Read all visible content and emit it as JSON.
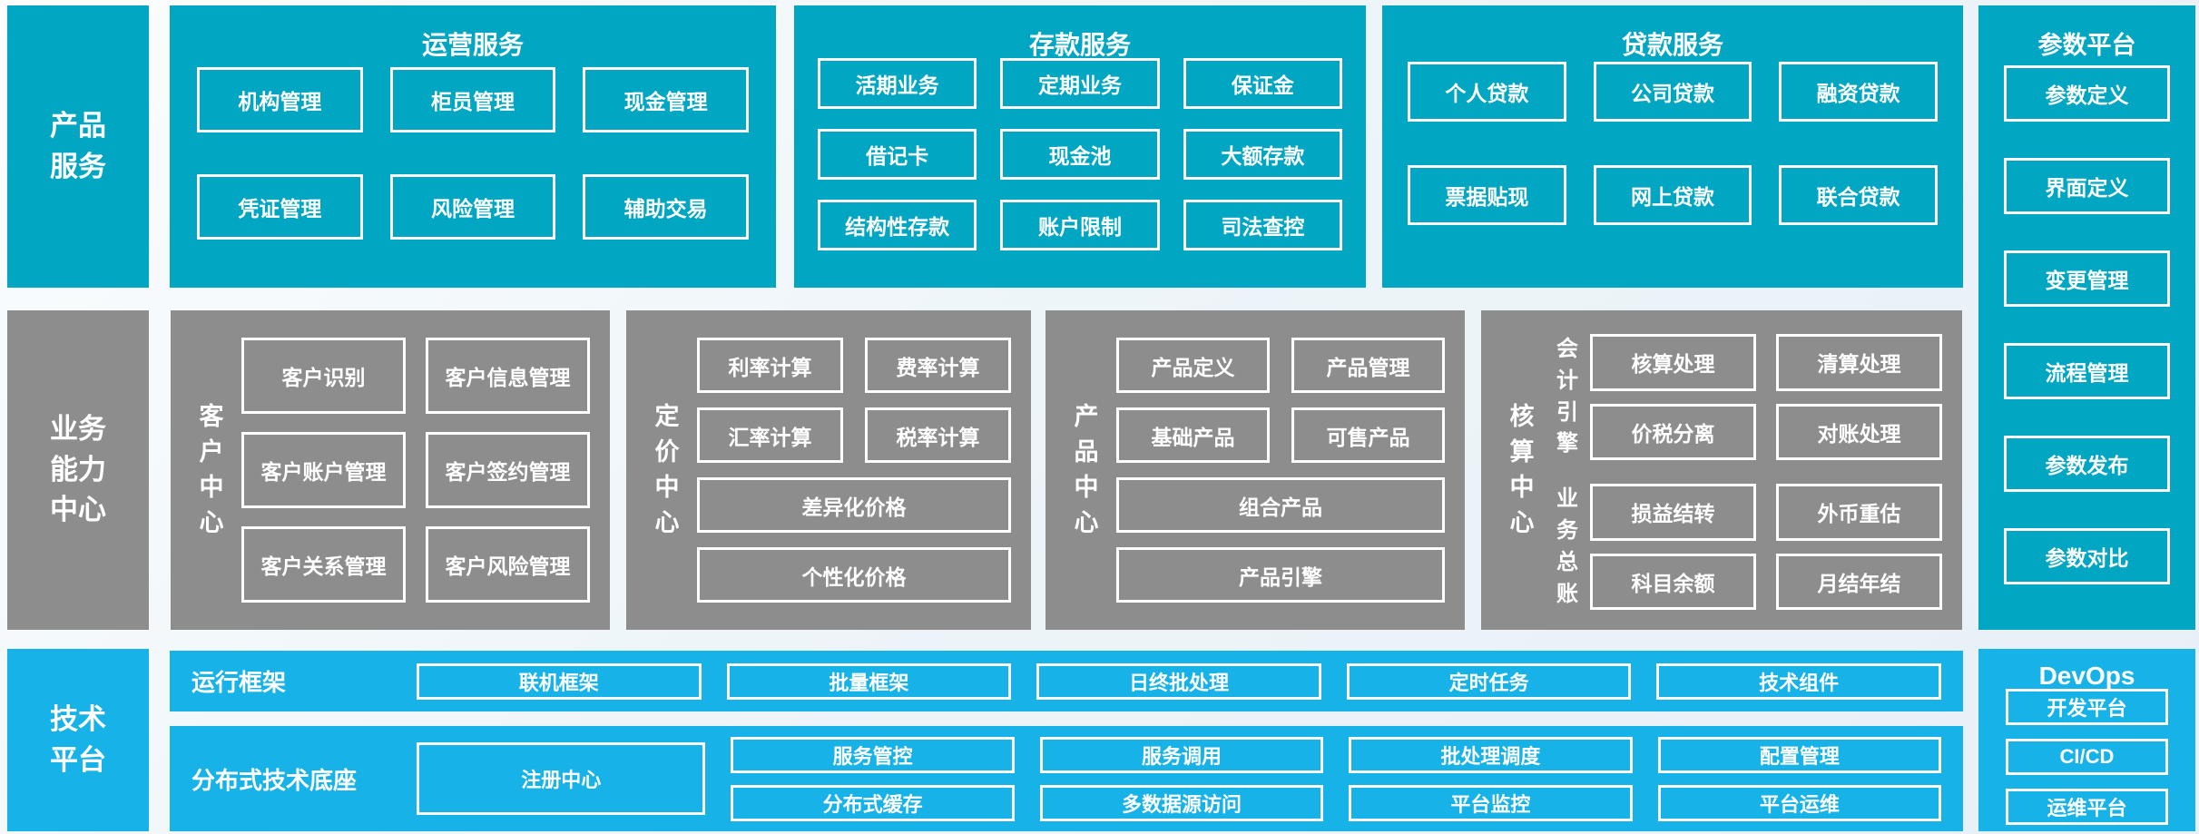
{
  "colors": {
    "teal": "#00a6c2",
    "gray": "#8d8d8d",
    "blue": "#17b2e8",
    "box_border": "#ffffff",
    "background": "#eef5f9"
  },
  "left_labels": {
    "product_services": "产品服务",
    "business_capability_center": "业务能力中心",
    "technology_platform": "技术平台"
  },
  "top_row": {
    "operations": {
      "title": "运营服务",
      "items": [
        "机构管理",
        "柜员管理",
        "现金管理",
        "凭证管理",
        "风险管理",
        "辅助交易"
      ]
    },
    "deposit": {
      "title": "存款服务",
      "items": [
        "活期业务",
        "定期业务",
        "保证金",
        "借记卡",
        "现金池",
        "大额存款",
        "结构性存款",
        "账户限制",
        "司法查控"
      ]
    },
    "loan": {
      "title": "贷款服务",
      "items": [
        "个人贷款",
        "公司贷款",
        "融资贷款",
        "票据贴现",
        "网上贷款",
        "联合贷款"
      ]
    }
  },
  "middle_row": {
    "customer_center": {
      "label": "客户中心",
      "items": [
        "客户识别",
        "客户信息管理",
        "客户账户管理",
        "客户签约管理",
        "客户关系管理",
        "客户风险管理"
      ]
    },
    "pricing_center": {
      "label": "定价中心",
      "items_grid": [
        "利率计算",
        "费率计算",
        "汇率计算",
        "税率计算"
      ],
      "items_wide": [
        "差异化价格",
        "个性化价格"
      ]
    },
    "product_center": {
      "label": "产品中心",
      "items_grid": [
        "产品定义",
        "产品管理",
        "基础产品",
        "可售产品"
      ],
      "items_wide": [
        "组合产品",
        "产品引擎"
      ]
    },
    "accounting_center": {
      "label": "核算中心",
      "groups": [
        {
          "label": "会计引擎",
          "items": [
            "核算处理",
            "清算处理",
            "价税分离",
            "对账处理"
          ]
        },
        {
          "label": "业务总账",
          "items": [
            "损益结转",
            "外币重估",
            "科目余额",
            "月结年结"
          ]
        }
      ]
    }
  },
  "param_platform": {
    "title": "参数平台",
    "items": [
      "参数定义",
      "界面定义",
      "变更管理",
      "流程管理",
      "参数发布",
      "参数对比"
    ]
  },
  "bottom": {
    "runtime": {
      "label": "运行框架",
      "items": [
        "联机框架",
        "批量框架",
        "日终批处理",
        "定时任务",
        "技术组件"
      ]
    },
    "distributed": {
      "label": "分布式技术底座",
      "registry": "注册中心",
      "rows": [
        [
          "服务管控",
          "服务调用",
          "批处理调度",
          "配置管理"
        ],
        [
          "分布式缓存",
          "多数据源访问",
          "平台监控",
          "平台运维"
        ]
      ]
    },
    "devops": {
      "title": "DevOps",
      "items": [
        "开发平台",
        "CI/CD",
        "运维平台"
      ]
    }
  }
}
